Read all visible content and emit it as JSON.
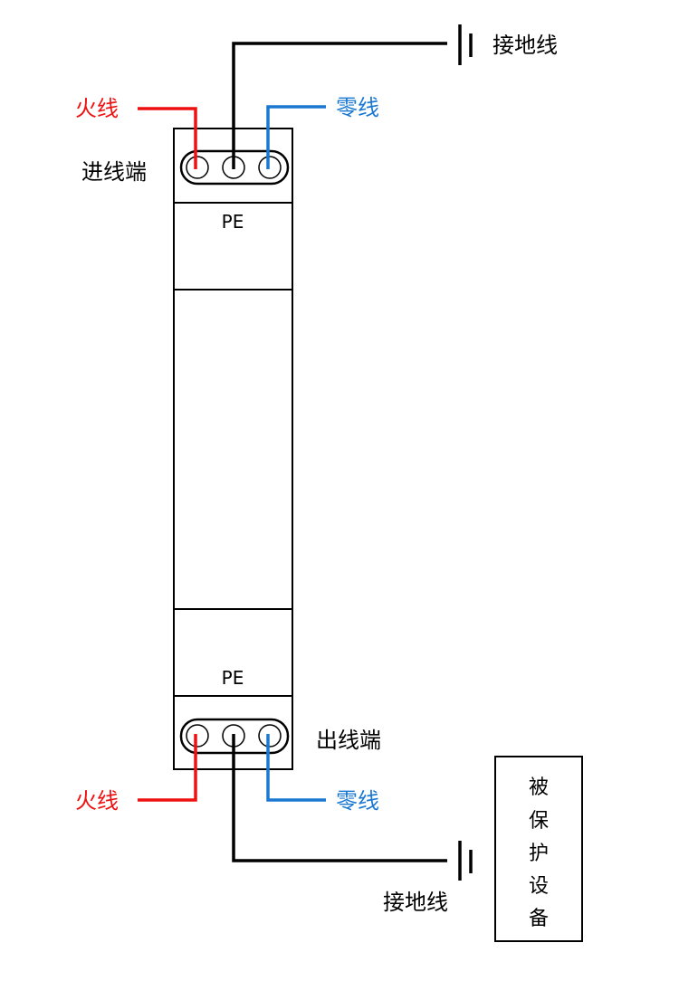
{
  "colors": {
    "live": "#ee1111",
    "neutral": "#1a78d0",
    "ground": "#000000"
  },
  "labels": {
    "top_live": "火线",
    "top_neutral": "零线",
    "top_ground": "接地线",
    "input_terminal": "进线端",
    "pe_top": "PE",
    "pe_bottom": "PE",
    "output_terminal": "出线端",
    "bottom_live": "火线",
    "bottom_neutral": "零线",
    "bottom_ground": "接地线"
  },
  "protected_device": {
    "chars": [
      "被",
      "保",
      "护",
      "设",
      "备"
    ]
  }
}
